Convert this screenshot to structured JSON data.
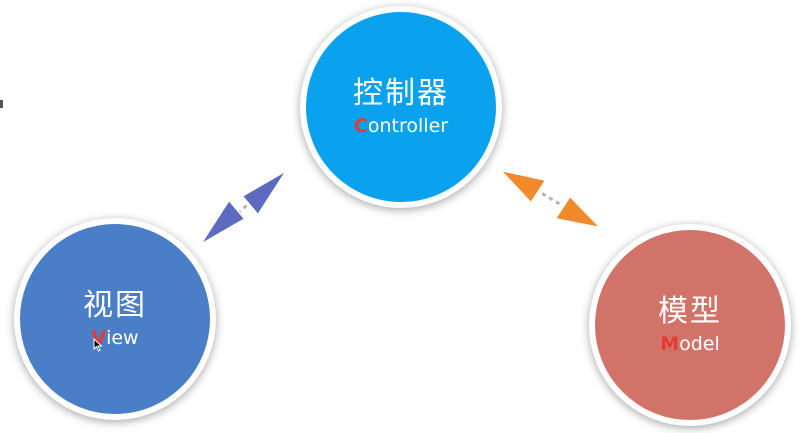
{
  "diagram": {
    "controller": {
      "title_cn": "控制器",
      "initial": "C",
      "rest": "ontroller",
      "color": "#0aa2ee"
    },
    "view": {
      "title_cn": "视图",
      "initial": "V",
      "rest": "iew",
      "color": "#4a7ec6"
    },
    "model": {
      "title_cn": "模型",
      "initial": "M",
      "rest": "odel",
      "color": "#d2736a"
    },
    "arrows": {
      "view_controller_color": "#5c6bc0",
      "controller_model_color": "#f08a2a"
    }
  }
}
